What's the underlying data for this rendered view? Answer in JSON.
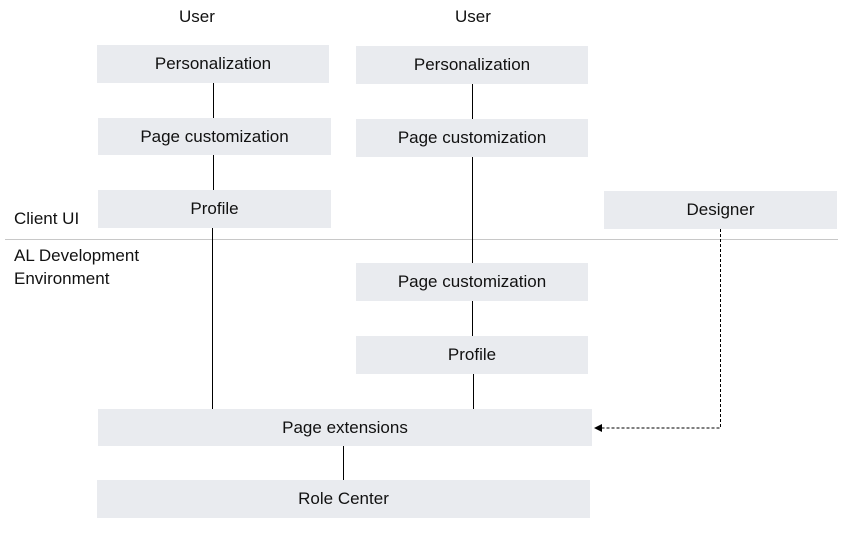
{
  "columns": {
    "left": {
      "header": "User"
    },
    "middle": {
      "header": "User"
    }
  },
  "sections": {
    "client_ui": "Client UI",
    "al_dev_line1": "AL Development",
    "al_dev_line2": "Environment"
  },
  "boxes": {
    "left_personalization": "Personalization",
    "left_page_customization": "Page customization",
    "left_profile": "Profile",
    "mid_personalization": "Personalization",
    "mid_page_customization": "Page customization",
    "designer": "Designer",
    "mid_al_page_customization": "Page customization",
    "mid_al_profile": "Profile",
    "page_extensions": "Page extensions",
    "role_center": "Role Center"
  },
  "colors": {
    "box_fill": "#e9ebef",
    "line": "#000000",
    "divider": "#c8c8c8"
  }
}
